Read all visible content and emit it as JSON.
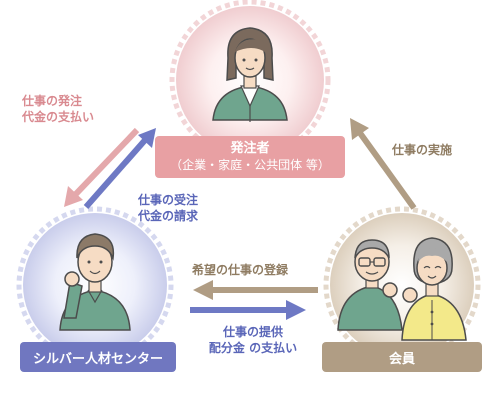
{
  "client": {
    "title": "発注者",
    "subtitle": "（企業・家庭・公共団体 等）"
  },
  "center": {
    "name": "シルバー人材センター"
  },
  "member": {
    "name": "会員"
  },
  "arrows": {
    "order_payment": [
      "仕事の発注",
      "代金の支払い"
    ],
    "receive_request": [
      "仕事の受注",
      "代金の請求"
    ],
    "execution": "仕事の実施",
    "registration": "希望の仕事の登録",
    "provide_payment": [
      "仕事の提供",
      "配分金 の支払い"
    ]
  },
  "colors": {
    "client_box": "#e8a0a3",
    "center_box": "#7077c0",
    "member_box": "#b09d84",
    "pink_arrow": "#e4a8ab",
    "blue_arrow": "#6e79c4",
    "tan_arrow": "#b09d84",
    "pink_text": "#d98a90",
    "blue_text": "#5a66b8",
    "tan_text": "#8f7c62"
  }
}
